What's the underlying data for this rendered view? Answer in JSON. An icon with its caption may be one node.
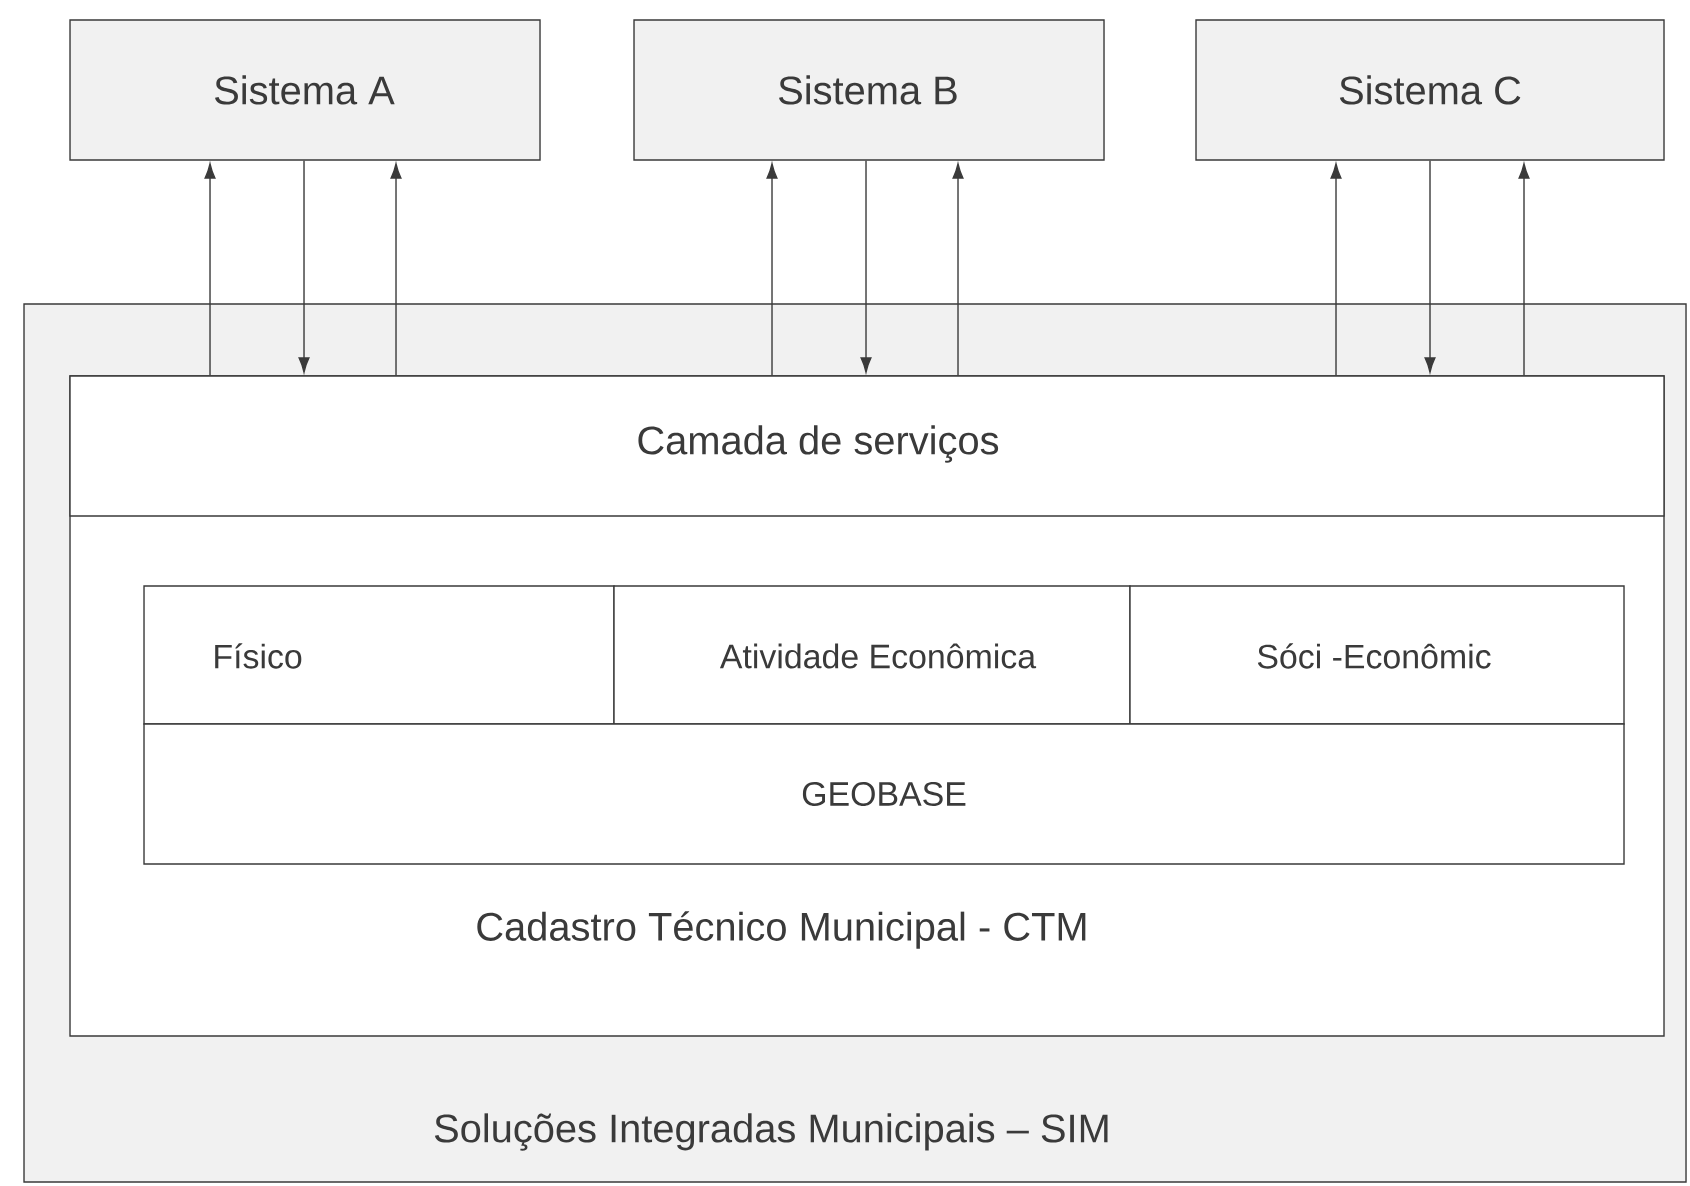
{
  "diagram": {
    "nodes": [
      {
        "text": [
          "Sistema A"
        ]
      },
      {
        "text": [
          "Sistema B"
        ]
      },
      {
        "text": [
          "Sistema C"
        ]
      },
      {
        "text": [
          "Soluções Integradas Municipais – SIM"
        ]
      },
      {
        "text": [
          "Cadastro Técnico Municipal - CTM"
        ],
        "in": 3
      },
      {
        "text": [
          "Camada de serviços"
        ],
        "in": 4
      },
      {
        "text": [
          "Físico"
        ],
        "in": 4
      },
      {
        "text": [
          "Atividade Econômica"
        ],
        "in": 4
      },
      {
        "text": [
          "Sóci -Econômic"
        ],
        "in": 4
      },
      {
        "text": [
          "GEOBASE"
        ],
        "in": 4
      }
    ],
    "edges": [
      {
        "from": 5,
        "to": 0,
        "arrow": "to"
      },
      {
        "from": 0,
        "to": 5,
        "arrow": "to"
      },
      {
        "from": 5,
        "to": 0,
        "arrow": "to"
      },
      {
        "from": 5,
        "to": 1,
        "arrow": "to"
      },
      {
        "from": 1,
        "to": 5,
        "arrow": "to"
      },
      {
        "from": 5,
        "to": 1,
        "arrow": "to"
      },
      {
        "from": 5,
        "to": 2,
        "arrow": "to"
      },
      {
        "from": 2,
        "to": 5,
        "arrow": "to"
      },
      {
        "from": 5,
        "to": 2,
        "arrow": "to"
      }
    ]
  }
}
